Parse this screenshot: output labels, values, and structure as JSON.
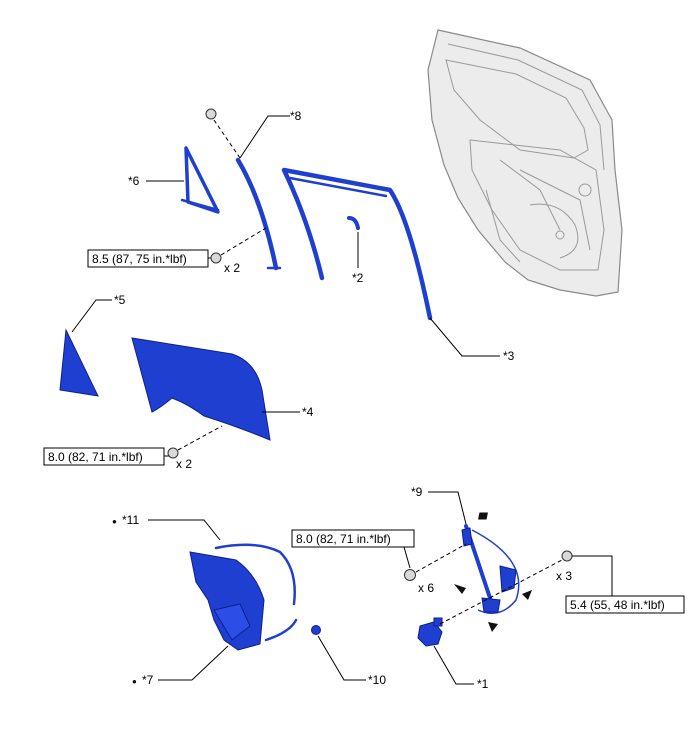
{
  "callouts": {
    "c1": "*1",
    "c2": "*2",
    "c3": "*3",
    "c4": "*4",
    "c5": "*5",
    "c6": "*6",
    "c7": "*7",
    "c8": "*8",
    "c9": "*9",
    "c10": "*10",
    "c11": "*11"
  },
  "torques": {
    "t_upper": "8.5 (87, 75 in.*lbf)",
    "t_glass": "8.0 (82, 71 in.*lbf)",
    "t_regulator": "8.0 (82, 71 in.*lbf)",
    "t_motor": "5.4 (55, 48 in.*lbf)"
  },
  "quantities": {
    "q_upper": "x 2",
    "q_glass": "x 2",
    "q_regulator": "x 6",
    "q_motor": "x 3"
  },
  "markers": {
    "dot": "●"
  },
  "colors": {
    "part_blue": "#1f3fd1",
    "door_gray": "#ececec"
  }
}
